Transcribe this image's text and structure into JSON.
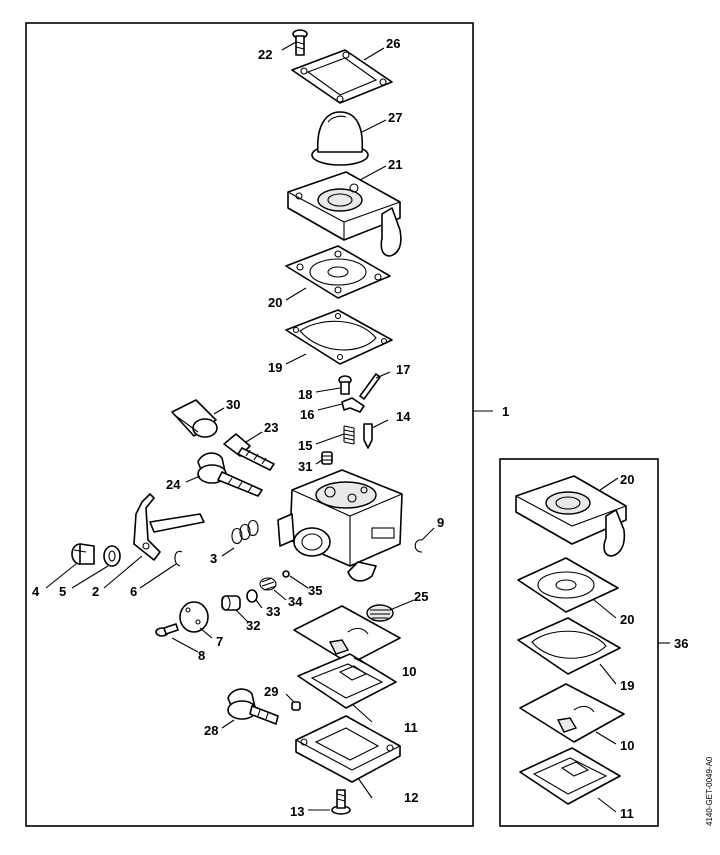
{
  "diagram": {
    "reference_code": "4140-GET-0049-A0",
    "callouts": {
      "c1": "1",
      "c2": "2",
      "c3": "3",
      "c4": "4",
      "c5": "5",
      "c6": "6",
      "c7": "7",
      "c8": "8",
      "c9": "9",
      "c10": "10",
      "c11": "11",
      "c12": "12",
      "c13": "13",
      "c14": "14",
      "c15": "15",
      "c16": "16",
      "c17": "17",
      "c18": "18",
      "c19": "19",
      "c20": "20",
      "c21": "21",
      "c22": "22",
      "c23": "23",
      "c24": "24",
      "c25": "25",
      "c26": "26",
      "c27": "27",
      "c28": "28",
      "c29": "29",
      "c30": "30",
      "c31": "31",
      "c32": "32",
      "c33": "33",
      "c34": "34",
      "c35": "35",
      "c36": "36",
      "k20a": "20",
      "k20b": "20",
      "k19": "19",
      "k10": "10",
      "k11": "11"
    }
  }
}
